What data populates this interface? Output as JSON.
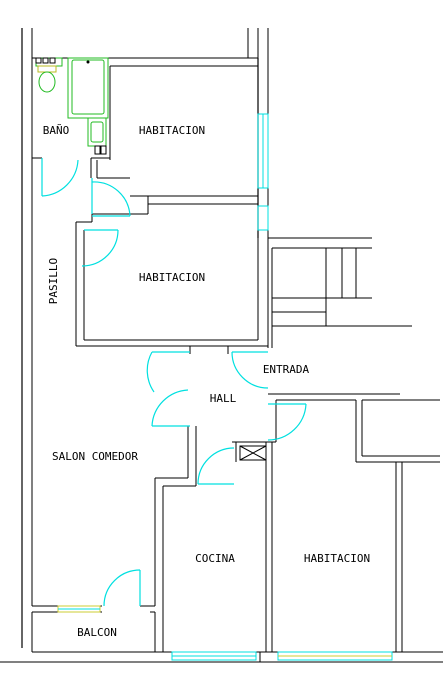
{
  "rooms": {
    "bano": "BAÑO",
    "habitacion_1": "HABITACION",
    "habitacion_2": "HABITACION",
    "pasillo": "PASILLO",
    "entrada": "ENTRADA",
    "hall": "HALL",
    "salon_comedor": "SALON COMEDOR",
    "cocina": "COCINA",
    "habitacion_3": "HABITACION",
    "balcon": "BALCON"
  },
  "colors": {
    "walls": "#000000",
    "doors": "#00e0e0",
    "windows": "#00e0e0",
    "bath_fixtures": "#22bb22",
    "balcony_window": "#cccc33"
  }
}
